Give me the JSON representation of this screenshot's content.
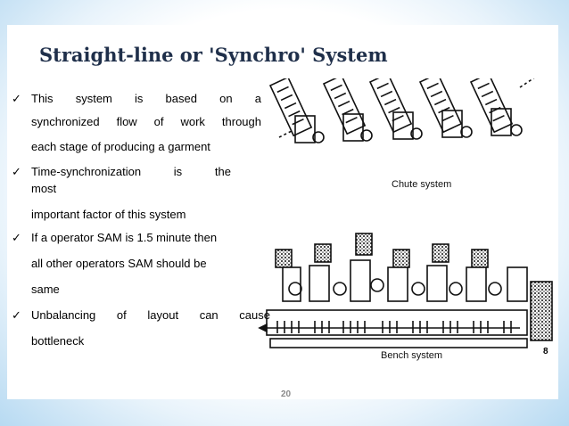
{
  "slide": {
    "title": "Straight-line or 'Synchro' System",
    "bullets": [
      {
        "line1_words": [
          "This",
          "system",
          "is",
          "based",
          "on",
          "a"
        ],
        "line2_words": [
          "synchronized",
          "flow",
          "of",
          "work",
          "through"
        ],
        "line3": "each stage of producing a garment"
      },
      {
        "line1_words": [
          "Time-synchronization",
          "is",
          "the"
        ],
        "line2": "most",
        "line3": "important factor of this system"
      },
      {
        "line1": "If a operator SAM is 1.5 minute then",
        "line2": "all other operators SAM should be",
        "line3": "same"
      },
      {
        "line1_words": [
          "Unbalancing",
          "of",
          "layout",
          "can",
          "cause"
        ],
        "line2": "bottleneck"
      }
    ],
    "check_glyph": "✓",
    "diagram_labels": {
      "chute": "Chute system",
      "bench": "Bench system"
    },
    "slide_number": "8",
    "page_number": "20"
  }
}
